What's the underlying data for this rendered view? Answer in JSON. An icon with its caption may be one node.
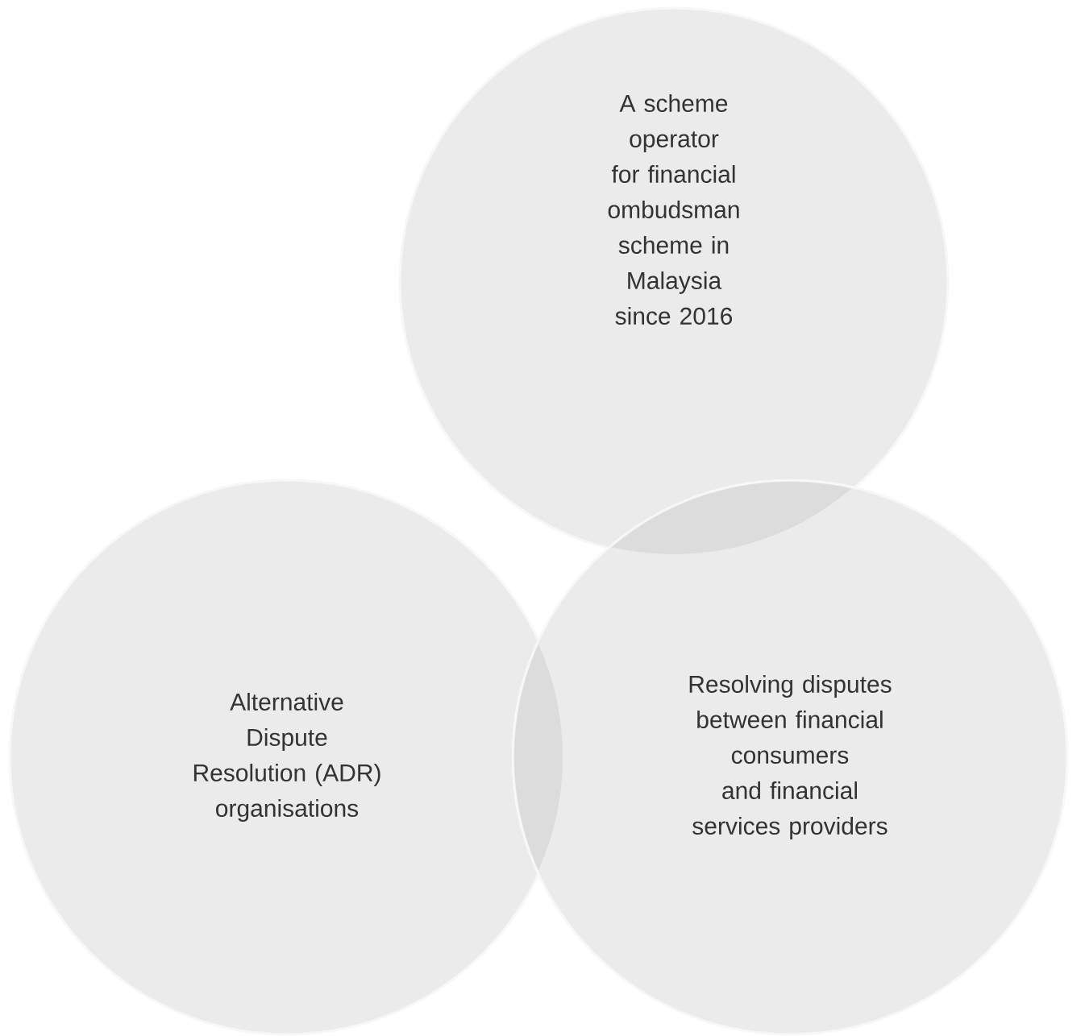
{
  "diagram": {
    "nodes": [
      {
        "text": [
          "A scheme operator for financial ombudsman scheme in Malaysia since 2016"
        ]
      },
      {
        "text": [
          "Alternative Dispute Resolution (ADR) organisations"
        ]
      },
      {
        "text": [
          "Resolving disputes between financial consumers and financial services providers"
        ]
      }
    ]
  }
}
